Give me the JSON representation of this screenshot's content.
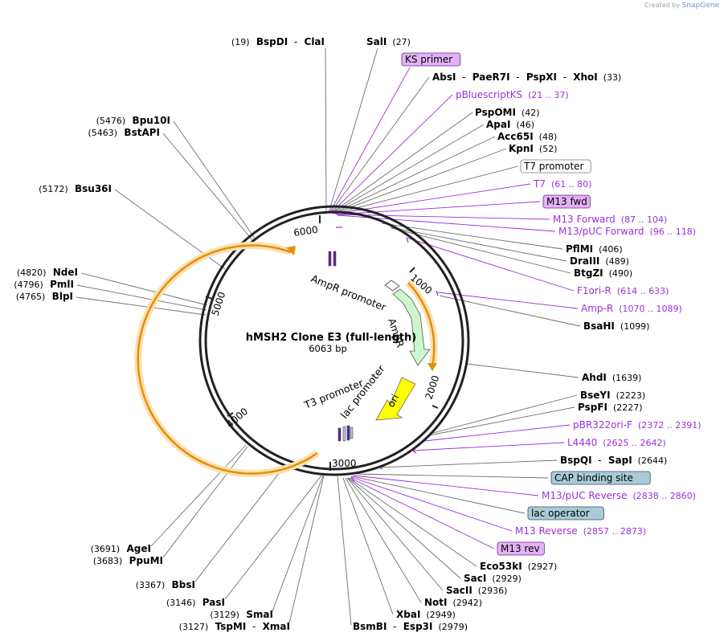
{
  "credit": {
    "prefix": "Created by",
    "brand": "SnapGene"
  },
  "center": {
    "title": "hMSH2 Clone E3 (full-length)",
    "subtitle": "6063 bp"
  },
  "ticks": [
    {
      "label": "1000",
      "pos": 1000
    },
    {
      "label": "2000",
      "pos": 2000
    },
    {
      "label": "3000",
      "pos": 3000
    },
    {
      "label": "4000",
      "pos": 4000
    },
    {
      "label": "5000",
      "pos": 5000
    },
    {
      "label": "6000",
      "pos": 6000
    }
  ],
  "inner_features": [
    {
      "label": "AmpR promoter",
      "type": "promoter"
    },
    {
      "label": "AmpR",
      "type": "cds",
      "color": "#ccf7cc"
    },
    {
      "label": "ori",
      "type": "origin",
      "color": "#ffff00"
    },
    {
      "label": "lac promoter",
      "type": "promoter"
    },
    {
      "label": "T3 promoter",
      "type": "promoter"
    }
  ],
  "enzyme_labels": [
    {
      "name": "hm1",
      "parts": [
        "(19)",
        "BspDI",
        "-",
        "ClaI"
      ],
      "kind": "enzyme-left"
    },
    {
      "name": "hm2",
      "parts": [
        "SalI",
        "(27)"
      ],
      "kind": "enzyme"
    },
    {
      "name": "hm3",
      "parts": [
        "KS primer"
      ],
      "kind": "box-primer"
    },
    {
      "name": "hm4",
      "parts": [
        "AbsI",
        "-",
        "PaeR7I",
        "-",
        "PspXI",
        "-",
        "XhoI",
        "(33)"
      ],
      "kind": "enzyme"
    },
    {
      "name": "hm5",
      "parts": [
        "pBluescriptKS",
        "(21 .. 37)"
      ],
      "kind": "feature"
    },
    {
      "name": "hm6",
      "parts": [
        "PspOMI",
        "(42)"
      ],
      "kind": "enzyme"
    },
    {
      "name": "hm7",
      "parts": [
        "ApaI",
        "(46)"
      ],
      "kind": "enzyme"
    },
    {
      "name": "hm8",
      "parts": [
        "Acc65I",
        "(48)"
      ],
      "kind": "enzyme"
    },
    {
      "name": "hm9",
      "parts": [
        "KpnI",
        "(52)"
      ],
      "kind": "enzyme"
    },
    {
      "name": "hm10",
      "parts": [
        "T7 promoter"
      ],
      "kind": "box-white"
    },
    {
      "name": "hm11",
      "parts": [
        "T7",
        "(61 .. 80)"
      ],
      "kind": "feature"
    },
    {
      "name": "hm12",
      "parts": [
        "M13 fwd"
      ],
      "kind": "box-primer"
    },
    {
      "name": "hm13",
      "parts": [
        "M13 Forward",
        "(87 .. 104)"
      ],
      "kind": "feature"
    },
    {
      "name": "hm14",
      "parts": [
        "M13/pUC Forward",
        "(96 .. 118)"
      ],
      "kind": "feature"
    },
    {
      "name": "hm15",
      "parts": [
        "PflMI",
        "(406)"
      ],
      "kind": "enzyme"
    },
    {
      "name": "hm16",
      "parts": [
        "DraIII",
        "(489)"
      ],
      "kind": "enzyme"
    },
    {
      "name": "hm17",
      "parts": [
        "BtgZI",
        "(490)"
      ],
      "kind": "enzyme"
    },
    {
      "name": "hm18",
      "parts": [
        "F1ori-R",
        "(614 .. 633)"
      ],
      "kind": "feature"
    },
    {
      "name": "hm19",
      "parts": [
        "Amp-R",
        "(1070 .. 1089)"
      ],
      "kind": "feature"
    },
    {
      "name": "hm20",
      "parts": [
        "BsaHI",
        "(1099)"
      ],
      "kind": "enzyme"
    },
    {
      "name": "hm21",
      "parts": [
        "AhdI",
        "(1639)"
      ],
      "kind": "enzyme"
    },
    {
      "name": "hm22",
      "parts": [
        "BseYI",
        "(2223)"
      ],
      "kind": "enzyme"
    },
    {
      "name": "hm23",
      "parts": [
        "PspFI",
        "(2227)"
      ],
      "kind": "enzyme"
    },
    {
      "name": "hm24",
      "parts": [
        "pBR322ori-F",
        "(2372 .. 2391)"
      ],
      "kind": "feature"
    },
    {
      "name": "hm25",
      "parts": [
        "L4440",
        "(2625 .. 2642)"
      ],
      "kind": "feature"
    },
    {
      "name": "hm26",
      "parts": [
        "BspQI",
        "-",
        "SapI",
        "(2644)"
      ],
      "kind": "enzyme"
    },
    {
      "name": "hm27",
      "parts": [
        "CAP binding site"
      ],
      "kind": "box-blue"
    },
    {
      "name": "hm28",
      "parts": [
        "M13/pUC Reverse",
        "(2838 .. 2860)"
      ],
      "kind": "feature"
    },
    {
      "name": "hm29",
      "parts": [
        "lac operator"
      ],
      "kind": "box-blue"
    },
    {
      "name": "hm30",
      "parts": [
        "M13 Reverse",
        "(2857 .. 2873)"
      ],
      "kind": "feature"
    },
    {
      "name": "hm31",
      "parts": [
        "M13 rev"
      ],
      "kind": "box-primer"
    },
    {
      "name": "hm32",
      "parts": [
        "Eco53kI",
        "(2927)"
      ],
      "kind": "enzyme"
    },
    {
      "name": "hm33",
      "parts": [
        "SacI",
        "(2929)"
      ],
      "kind": "enzyme"
    },
    {
      "name": "hm34",
      "parts": [
        "SacII",
        "(2936)"
      ],
      "kind": "enzyme"
    },
    {
      "name": "hm35",
      "parts": [
        "NotI",
        "(2942)"
      ],
      "kind": "enzyme"
    },
    {
      "name": "hm36",
      "parts": [
        "XbaI",
        "(2949)"
      ],
      "kind": "enzyme"
    },
    {
      "name": "hm37",
      "parts": [
        "BsmBI",
        "-",
        "Esp3I",
        "(2979)"
      ],
      "kind": "enzyme"
    },
    {
      "name": "hm38",
      "parts": [
        "(3127)",
        "TspMI",
        "-",
        "XmaI"
      ],
      "kind": "enzyme-left"
    },
    {
      "name": "hm39",
      "parts": [
        "(3129)",
        "SmaI"
      ],
      "kind": "enzyme-left"
    },
    {
      "name": "hm40",
      "parts": [
        "(3146)",
        "PasI"
      ],
      "kind": "enzyme-left"
    },
    {
      "name": "hm41",
      "parts": [
        "(3367)",
        "BbsI"
      ],
      "kind": "enzyme-left"
    },
    {
      "name": "hm42",
      "parts": [
        "(3683)",
        "PpuMI"
      ],
      "kind": "enzyme-left"
    },
    {
      "name": "hm43",
      "parts": [
        "(3691)",
        "AgeI"
      ],
      "kind": "enzyme-left"
    },
    {
      "name": "hm44",
      "parts": [
        "(4765)",
        "BlpI"
      ],
      "kind": "enzyme-left"
    },
    {
      "name": "hm45",
      "parts": [
        "(4796)",
        "PmlI"
      ],
      "kind": "enzyme-left"
    },
    {
      "name": "hm46",
      "parts": [
        "(4820)",
        "NdeI"
      ],
      "kind": "enzyme-left"
    },
    {
      "name": "hm47",
      "parts": [
        "(5172)",
        "Bsu36I"
      ],
      "kind": "enzyme-left"
    },
    {
      "name": "hm48",
      "parts": [
        "(5463)",
        "BstAPI"
      ],
      "kind": "enzyme-left"
    },
    {
      "name": "hm49",
      "parts": [
        "(5476)",
        "Bpu10I"
      ],
      "kind": "enzyme-left"
    }
  ],
  "colors": {
    "ring": "#222222",
    "feature_text": "#9b30d9",
    "leader_enzyme": "#6e6e6e",
    "leader_feature": "#9b30d9",
    "orange_arc": "#f0a21a",
    "orange_glow": "#fde0b0",
    "primer_box": "#e4b1f5",
    "blue_box": "#a8ccd6",
    "amp": "#ccf7cc",
    "ori": "#ffff00"
  }
}
